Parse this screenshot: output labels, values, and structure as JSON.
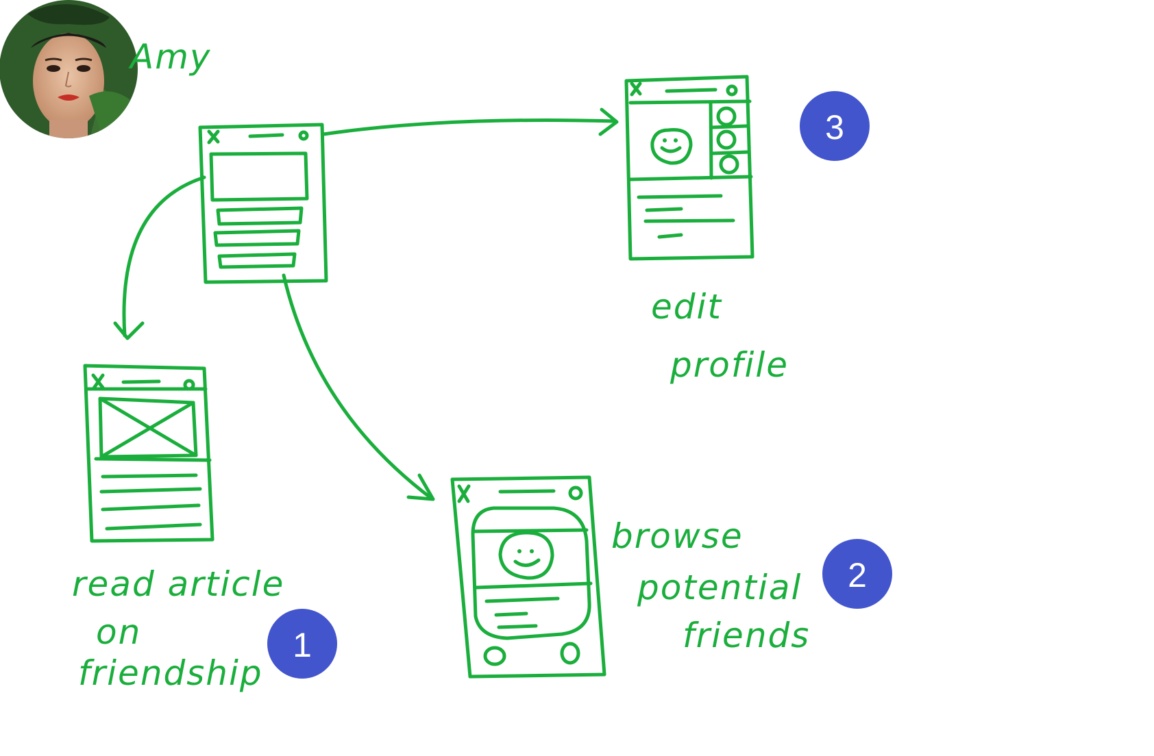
{
  "persona": {
    "name": "Amy",
    "avatar_icon": "person-photo"
  },
  "screens": [
    {
      "id": "home",
      "label": ""
    },
    {
      "id": "article",
      "label_lines": [
        "read article",
        "on",
        "friendship"
      ],
      "step": "1"
    },
    {
      "id": "browse",
      "label_lines": [
        "browse",
        "potential",
        "friends"
      ],
      "step": "2"
    },
    {
      "id": "profile",
      "label_lines": [
        "edit",
        "profile"
      ],
      "step": "3"
    }
  ],
  "colors": {
    "ink": "#1aae3c",
    "step_badge": "#4255cc",
    "background": "#ffffff"
  }
}
